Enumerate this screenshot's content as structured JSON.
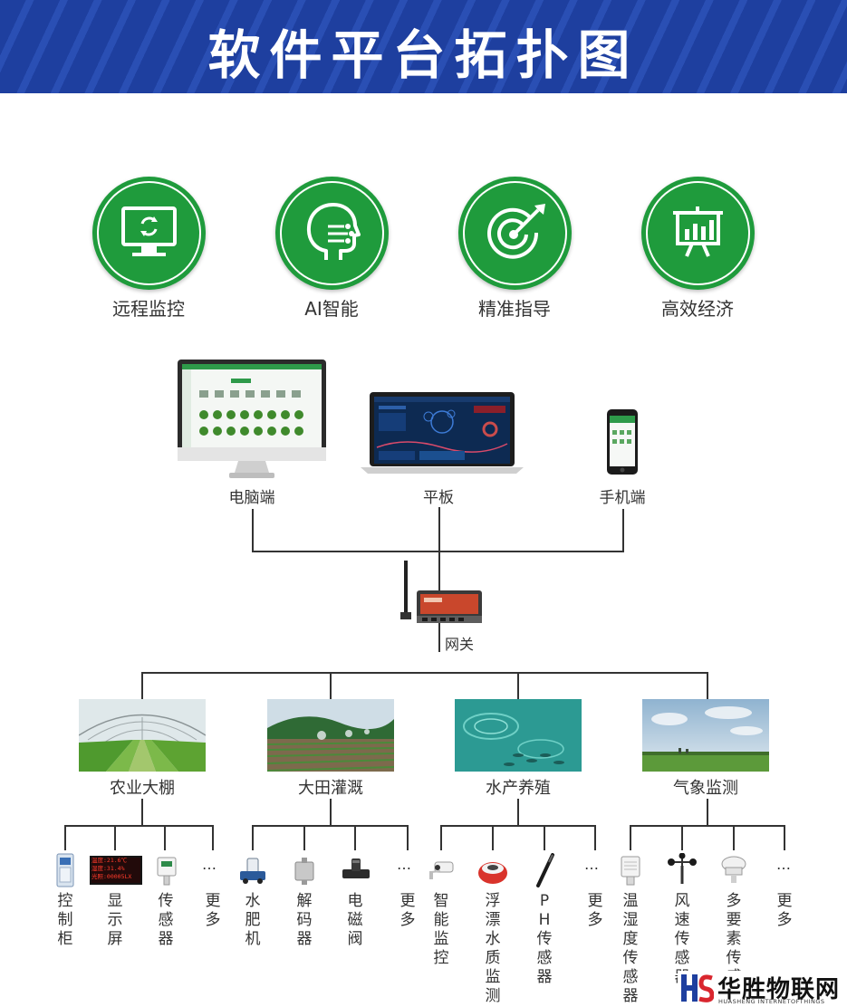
{
  "header": {
    "title": "软件平台拓扑图"
  },
  "features": [
    {
      "label": "远程监控",
      "icon": "monitor-icon"
    },
    {
      "label": "AI智能",
      "icon": "ai-head-icon"
    },
    {
      "label": "精准指导",
      "icon": "target-icon"
    },
    {
      "label": "高效经济",
      "icon": "presentation-board-icon"
    }
  ],
  "devices": [
    {
      "label": "电脑端"
    },
    {
      "label": "平板"
    },
    {
      "label": "手机端"
    }
  ],
  "gateway": {
    "label": "网关"
  },
  "categories": [
    {
      "label": "农业大棚",
      "leaves": [
        "控制柜",
        "显示屏",
        "传感器",
        "更多"
      ],
      "more_dots": "…"
    },
    {
      "label": "大田灌溉",
      "leaves": [
        "水肥机",
        "解码器",
        "电磁阀",
        "更多"
      ],
      "more_dots": "…"
    },
    {
      "label": "水产养殖",
      "leaves": [
        "智能监控",
        "浮漂水质监测",
        "PH传感器",
        "更多"
      ],
      "more_dots": "…"
    },
    {
      "label": "气象监测",
      "leaves": [
        "温湿度传感器",
        "风速传感器",
        "多要素传感器",
        "更多"
      ],
      "more_dots": "…"
    }
  ],
  "display_screen_text": [
    "温度:21.6℃",
    "湿度:31.4%",
    "光照:00005LX"
  ],
  "logo": {
    "text": "华胜物联网",
    "subtext": "HUASHENG INTERNETOFTHINGS",
    "mark": "HS"
  },
  "colors": {
    "header_blue": "#1e3f9f",
    "feature_green": "#1f9b3c",
    "logo_blue": "#1e3f9f",
    "logo_red": "#d9262e"
  }
}
